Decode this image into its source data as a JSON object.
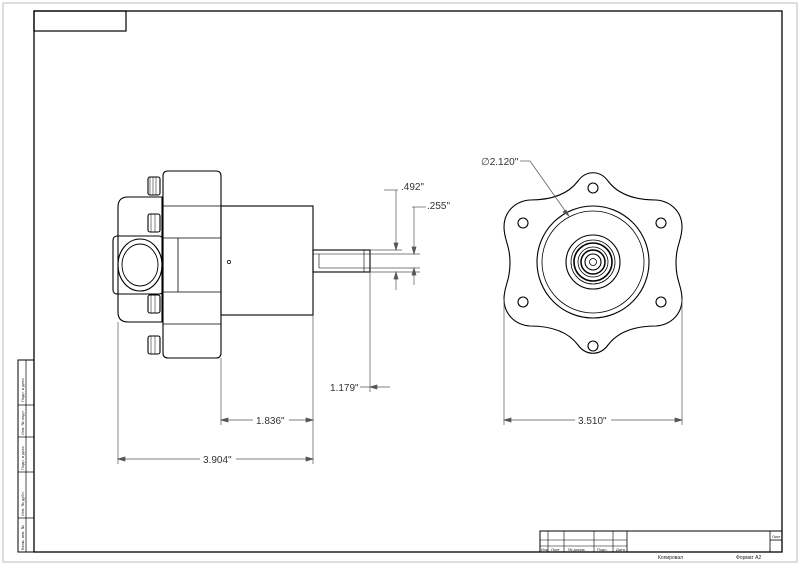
{
  "dimensions": {
    "overall_length": "3.904\"",
    "body_length": "1.836\"",
    "shaft_length": "1.179\"",
    "shaft_flat_a": ".492\"",
    "shaft_flat_b": ".255\"",
    "pilot_diameter": "∅2.120\"",
    "flange_width": "3.510\""
  },
  "side_stamp": [
    "Взам. инв. №",
    "Инв. № дубл.",
    "Подп. и дата",
    "Инв. № подл.",
    "Подп. и дата"
  ],
  "title_block": {
    "sheet_label": "Лист",
    "headers": [
      "Изм",
      "Лист",
      "№ докум.",
      "Подп.",
      "Дата"
    ],
    "copied": "Копировал",
    "format": "Формат A2"
  }
}
